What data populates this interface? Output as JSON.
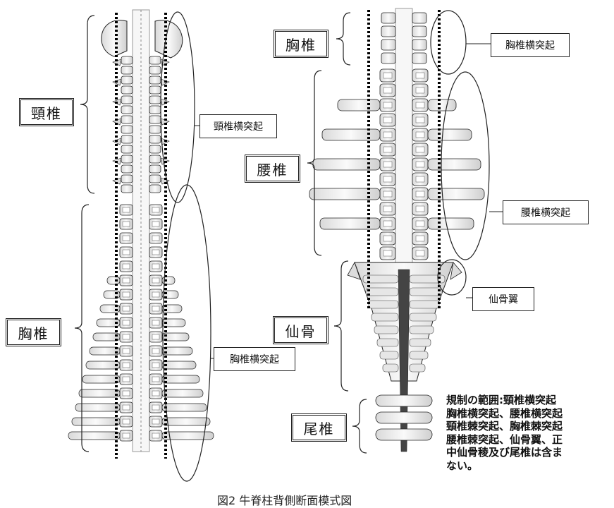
{
  "labels": {
    "cervical": "頸椎",
    "thoracic_left": "胸椎",
    "thoracic_right": "胸椎",
    "lumbar": "腰椎",
    "sacrum": "仙骨",
    "coccyx": "尾椎"
  },
  "annotations": {
    "cervical_transverse": "頸椎横突起",
    "thoracic_transverse_left": "胸椎横突起",
    "thoracic_transverse_right": "胸椎横突起",
    "lumbar_transverse": "腰椎横突起",
    "sacral_wing": "仙骨翼"
  },
  "note": {
    "title": "規制の範囲",
    "lines": [
      ":頸椎横突起",
      "胸椎横突起、腰椎横突起",
      "頸椎棘突起、胸椎棘突起",
      "腰椎棘突起、仙骨翼、正",
      "中仙骨稜及び尾椎は含ま",
      "ない。"
    ]
  },
  "caption": "図2 牛脊柱背側断面模式図",
  "colors": {
    "ink": "#222222",
    "bone": "#f2f2f2",
    "bone_shade": "#bdbdbd"
  }
}
